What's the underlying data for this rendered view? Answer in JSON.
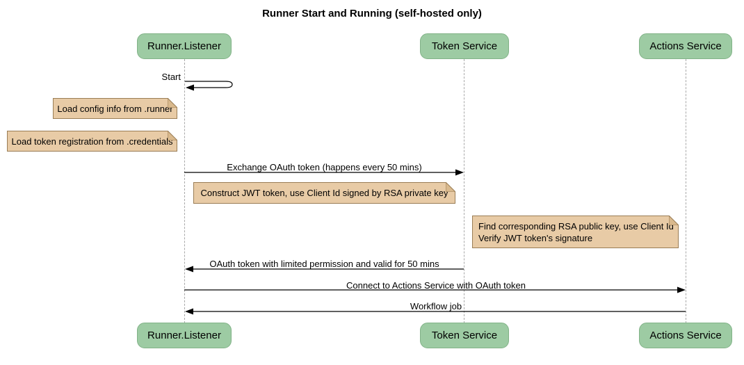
{
  "diagram": {
    "title": "Runner Start and Running (self-hosted only)",
    "participants": [
      {
        "label": "Runner.Listener"
      },
      {
        "label": "Token Service"
      },
      {
        "label": "Actions Service"
      }
    ],
    "messages": {
      "start": "Start",
      "exchange_token": "Exchange OAuth token (happens every 50 mins)",
      "oauth_return": "OAuth token with limited permission and valid for 50 mins",
      "connect": "Connect to Actions Service with OAuth token",
      "workflow_job": "Workflow job"
    },
    "notes": {
      "load_config": "Load config info from .runner",
      "load_token_registration": "Load token registration from .credentials",
      "construct_jwt": "Construct JWT token, use Client Id signed by RSA private key",
      "find_rsa_line1": "Find corresponding RSA public key, use Client Id",
      "find_rsa_line2": "Verify JWT token's signature"
    },
    "colors": {
      "participant_fill": "#9DCBA3",
      "participant_border": "#81B287",
      "note_fill": "#E8CBA6",
      "note_border": "#9A7D55",
      "note_fold": "#D9B98D",
      "lifeline": "#A8A8A8",
      "arrow": "#000000",
      "background": "#FFFFFF"
    }
  }
}
